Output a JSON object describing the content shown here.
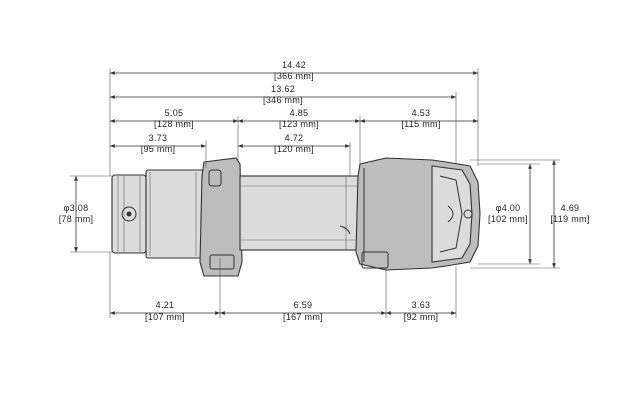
{
  "dimensions": {
    "overall_length": {
      "in": "14.42",
      "mm": "[366 mm]"
    },
    "mount_to_end": {
      "in": "13.62",
      "mm": "[346 mm]"
    },
    "motor_to_drum": {
      "in": "5.05",
      "mm": "[128 mm]"
    },
    "drum_length": {
      "in": "4.85",
      "mm": "[123 mm]"
    },
    "gearbox_length": {
      "in": "4.53",
      "mm": "[115 mm]"
    },
    "motor_length": {
      "in": "3.73",
      "mm": "[95 mm]"
    },
    "drum_inner": {
      "in": "4.72",
      "mm": "[120 mm]"
    },
    "motor_diameter": {
      "in": "φ3.08",
      "mm": "[78 mm]"
    },
    "gearbox_diameter": {
      "in": "φ4.00",
      "mm": "[102 mm]"
    },
    "overall_height": {
      "in": "4.69",
      "mm": "[119 mm]"
    },
    "base_left": {
      "in": "4.21",
      "mm": "[107 mm]"
    },
    "base_mount_span": {
      "in": "6.59",
      "mm": "[167 mm]"
    },
    "base_right": {
      "in": "3.63",
      "mm": "[92 mm]"
    }
  }
}
